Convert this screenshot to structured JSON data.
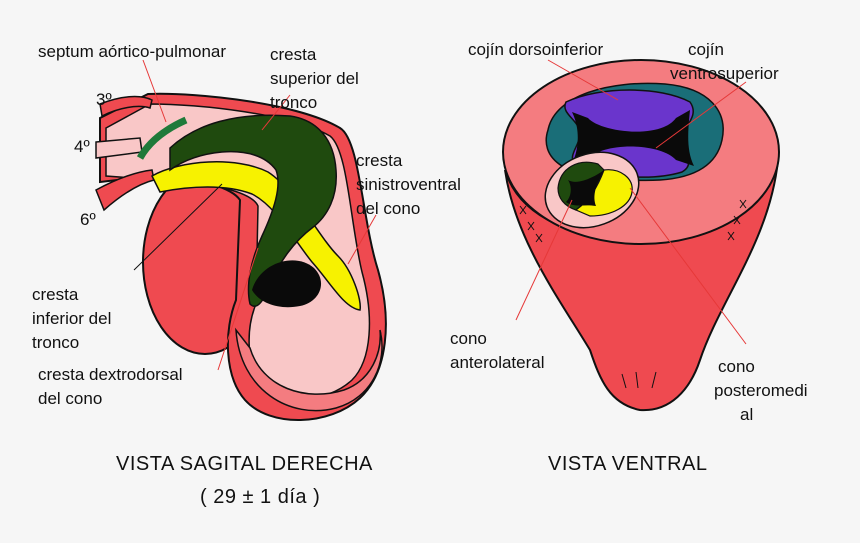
{
  "colors": {
    "background": "#f6f6f6",
    "tissue_red": "#ef4a50",
    "tissue_salmon": "#f47c80",
    "pale_pink": "#f9c7c7",
    "dark_green": "#1f4a0e",
    "yellow": "#f7f200",
    "purple": "#6a35cc",
    "teal": "#1a6e78",
    "outline": "#111111",
    "leader_line": "#e63838"
  },
  "left": {
    "labels": {
      "septum": "septum aórtico-pulmonar",
      "cresta_sup_1": "cresta",
      "cresta_sup_2": "superior del",
      "cresta_sup_3": "tronco",
      "arch_3": "3º",
      "arch_4": "4º",
      "arch_6": "6º",
      "sinistro_1": "cresta",
      "sinistro_2": "sinistroventral",
      "sinistro_3": "del cono",
      "inf_1": "cresta",
      "inf_2": "inferior del",
      "inf_3": "tronco",
      "dextro_1": "cresta dextrodorsal",
      "dextro_2": "del cono"
    },
    "caption_1": "VISTA  SAGITAL  DERECHA",
    "caption_2": "( 29 ± 1 día )"
  },
  "right": {
    "labels": {
      "dorso": "cojín dorsoinferior",
      "ventro_1": "cojín",
      "ventro_2": "ventrosuperior",
      "antero_1": "cono",
      "antero_2": "anterolateral",
      "postero_1": "cono",
      "postero_2": "posteromedi",
      "postero_3": "al"
    },
    "caption": "VISTA  VENTRAL"
  }
}
